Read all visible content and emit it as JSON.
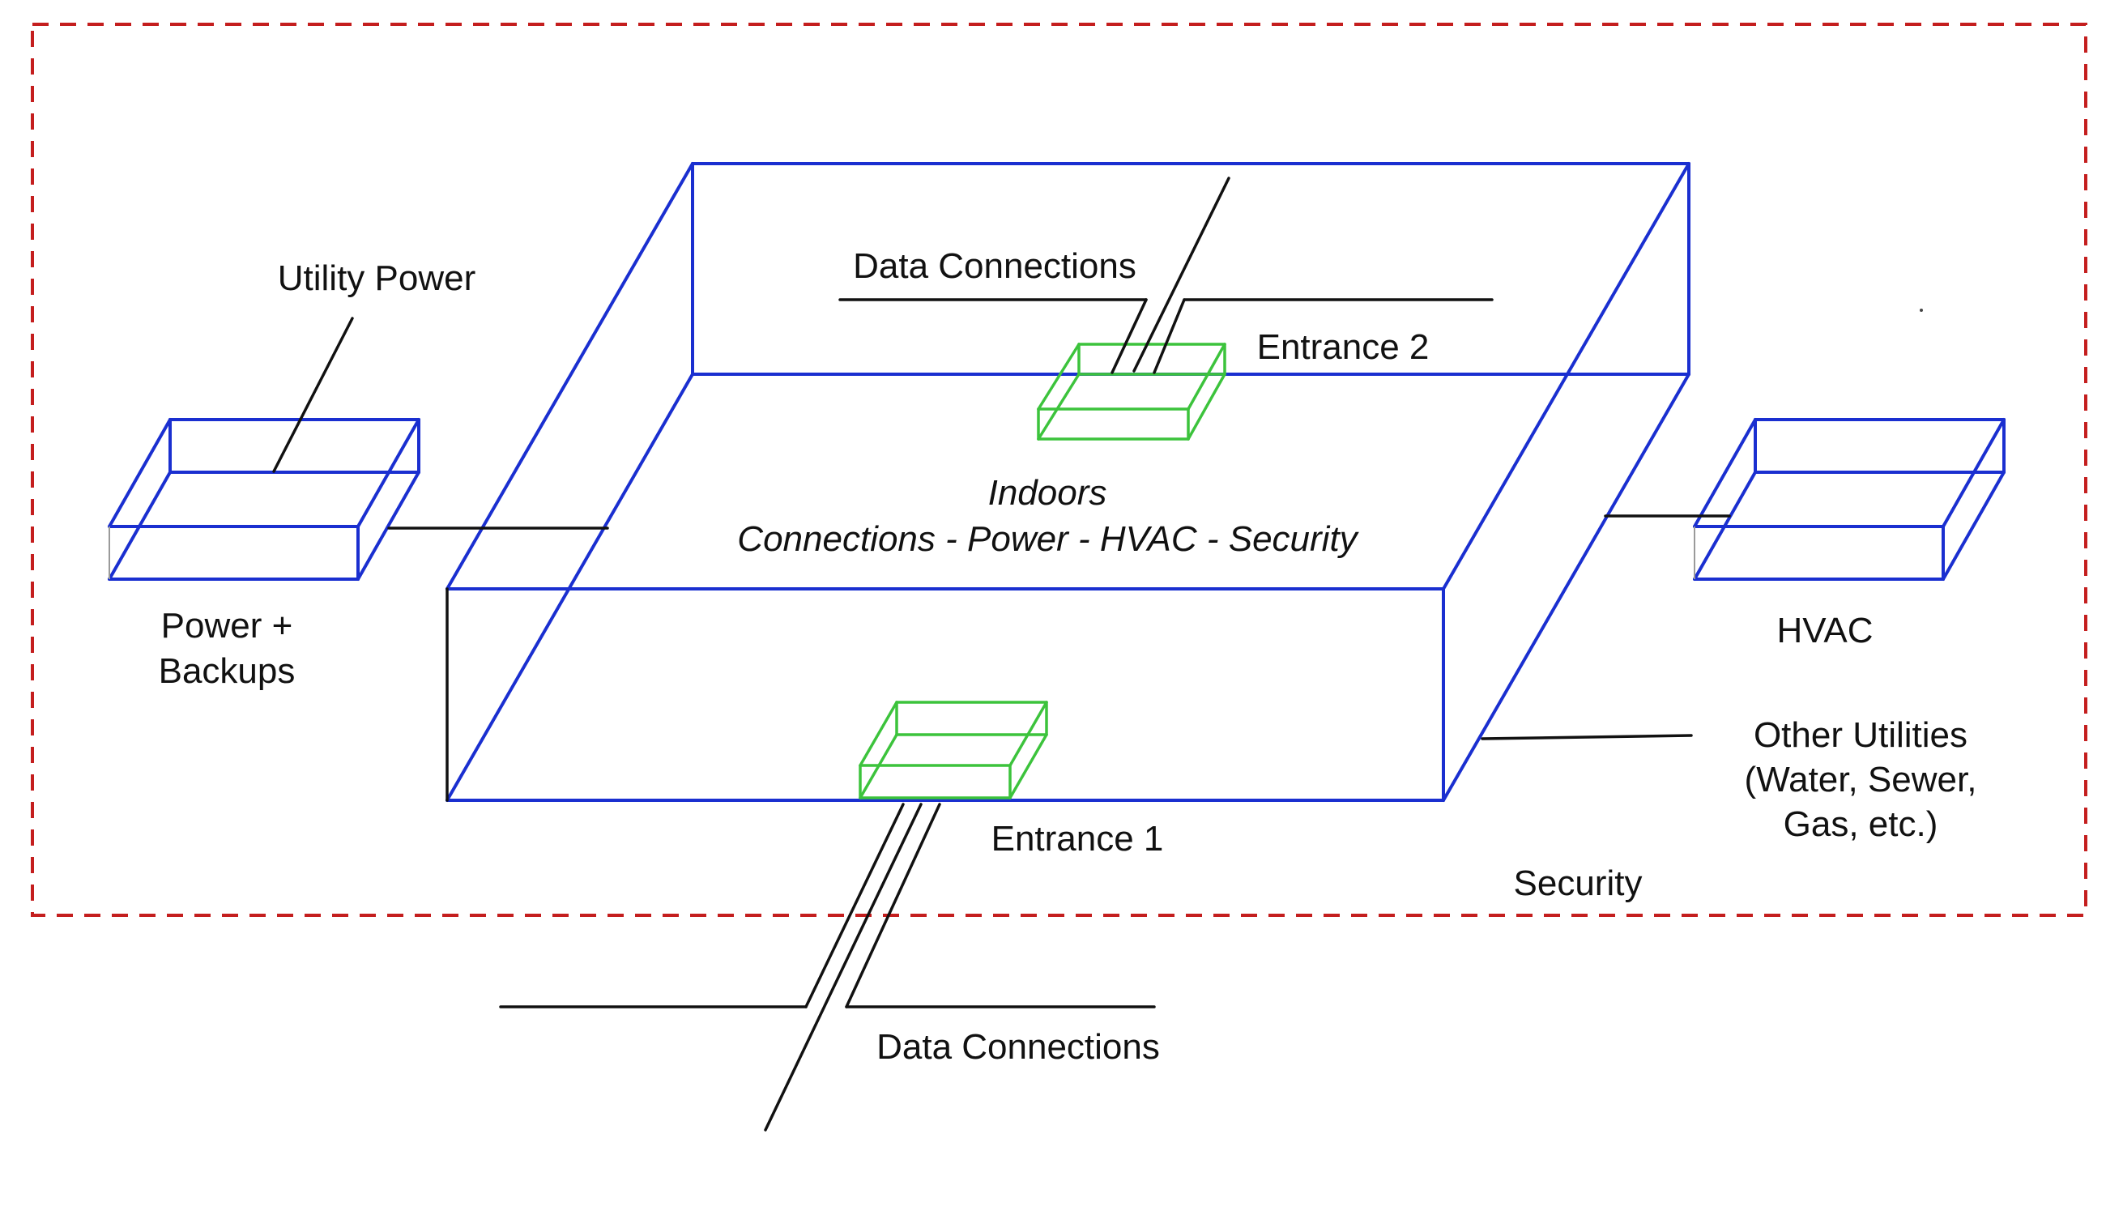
{
  "labels": {
    "utility_power": "Utility Power",
    "power_backups_line1": "Power +",
    "power_backups_line2": "Backups",
    "data_connections_top": "Data Connections",
    "entrance_2": "Entrance 2",
    "indoors_title": "Indoors",
    "indoors_subtitle": "Connections - Power - HVAC - Security",
    "hvac": "HVAC",
    "other_utilities_line1": "Other Utilities",
    "other_utilities_line2": "(Water, Sewer,",
    "other_utilities_line3": "Gas, etc.)",
    "entrance_1": "Entrance 1",
    "security": "Security",
    "data_connections_bottom": "Data Connections"
  },
  "colors": {
    "building_outline": "#1a2fd0",
    "entrance_outline": "#3cc33c",
    "security_perimeter": "#c41e1e",
    "wires": "#111111"
  }
}
